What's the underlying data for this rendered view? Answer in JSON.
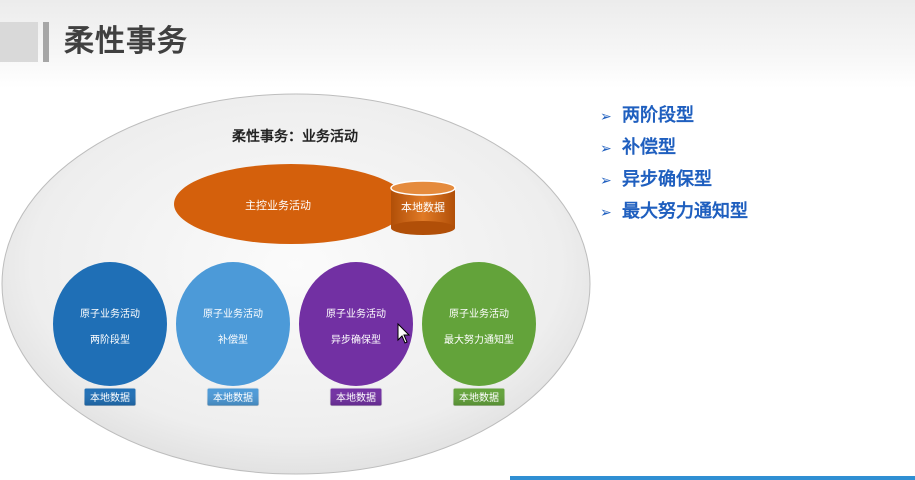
{
  "page": {
    "title": "柔性事务"
  },
  "diagram": {
    "outer_title": "柔性事务：业务活动",
    "master": {
      "label": "主控业务活动",
      "store_label": "本地数据",
      "color": "#d4600c"
    },
    "atomic": [
      {
        "line1": "原子业务活动",
        "line2": "两阶段型",
        "store_label": "本地数据",
        "color": "#1f6fb6"
      },
      {
        "line1": "原子业务活动",
        "line2": "补偿型",
        "store_label": "本地数据",
        "color": "#4c9ad8"
      },
      {
        "line1": "原子业务活动",
        "line2": "异步确保型",
        "store_label": "本地数据",
        "color": "#7230a3"
      },
      {
        "line1": "原子业务活动",
        "line2": "最大努力通知型",
        "store_label": "本地数据",
        "color": "#63a33a"
      }
    ]
  },
  "legend": {
    "items": [
      "两阶段型",
      "补偿型",
      "异步确保型",
      "最大努力通知型"
    ]
  }
}
